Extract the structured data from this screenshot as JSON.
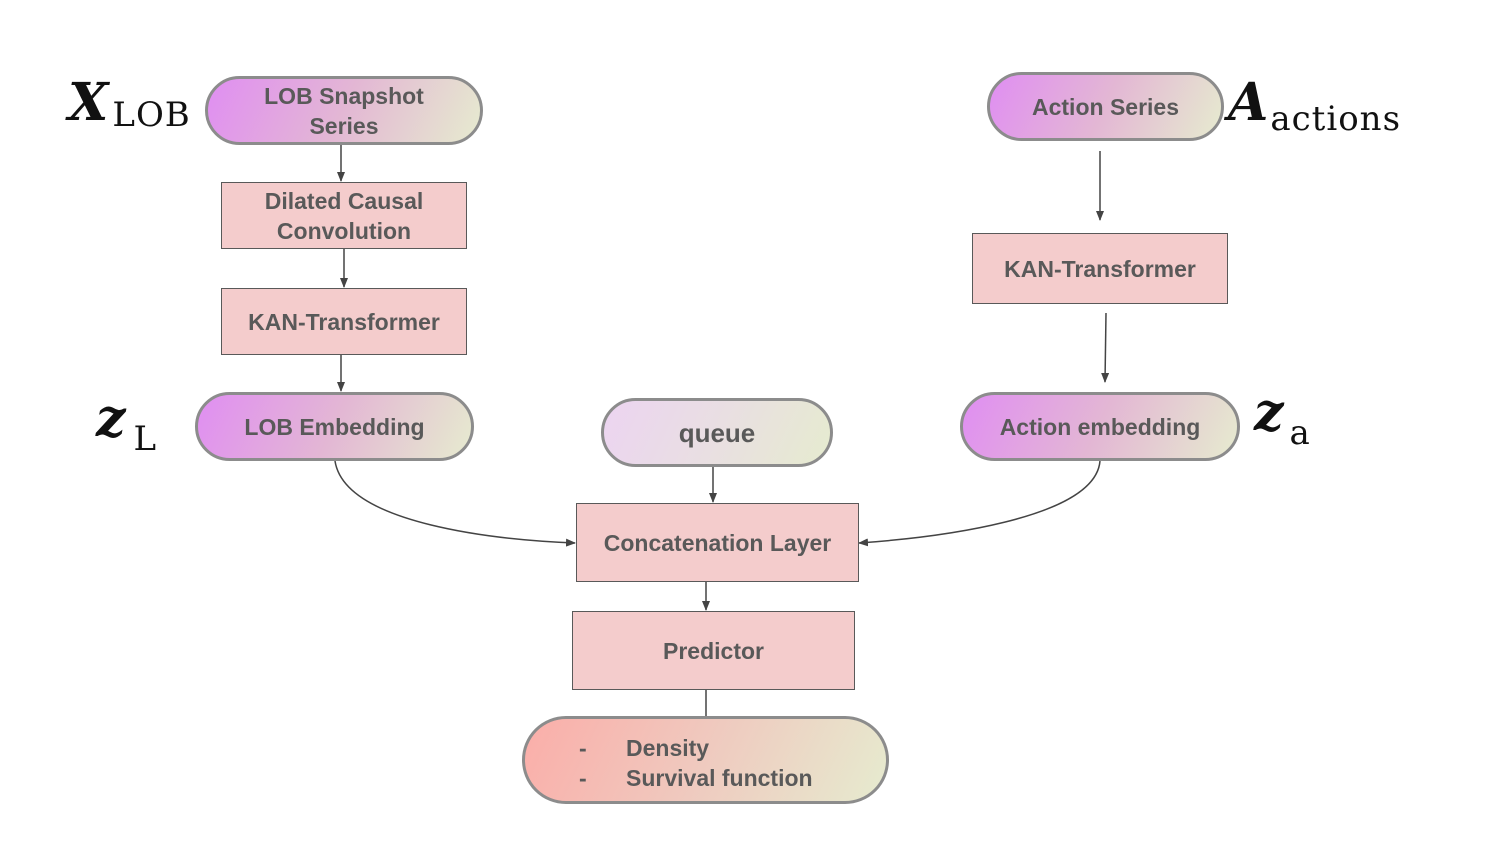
{
  "diagram": {
    "nodes": {
      "lob_series": {
        "line1": "LOB Snapshot",
        "line2": "Series"
      },
      "dilated_conv": {
        "line1": "Dilated Causal",
        "line2": "Convolution"
      },
      "kan_left": "KAN-Transformer",
      "lob_embedding": "LOB Embedding",
      "action_series": "Action Series",
      "kan_right": "KAN-Transformer",
      "action_embedding": "Action embedding",
      "queue": "queue",
      "concat": "Concatenation Layer",
      "predictor": "Predictor",
      "output": {
        "items": [
          {
            "bullet": "-",
            "text": "Density"
          },
          {
            "bullet": "-",
            "text": "Survival function"
          }
        ]
      }
    },
    "math_labels": {
      "x_lob": {
        "symbol": "X",
        "subscript": "LOB"
      },
      "a_actions": {
        "symbol": "A",
        "subscript": "actions"
      },
      "z_l": {
        "symbol": "z",
        "subscript": "L"
      },
      "z_a": {
        "symbol": "z",
        "subscript": "a"
      }
    },
    "edges": [
      {
        "from": "lob_series",
        "to": "dilated_conv"
      },
      {
        "from": "dilated_conv",
        "to": "kan_left"
      },
      {
        "from": "kan_left",
        "to": "lob_embedding"
      },
      {
        "from": "action_series",
        "to": "kan_right"
      },
      {
        "from": "kan_right",
        "to": "action_embedding"
      },
      {
        "from": "lob_embedding",
        "to": "concat"
      },
      {
        "from": "queue",
        "to": "concat"
      },
      {
        "from": "action_embedding",
        "to": "concat"
      },
      {
        "from": "concat",
        "to": "predictor"
      },
      {
        "from": "predictor",
        "to": "output"
      }
    ],
    "colors": {
      "box_fill": "#f4cccc",
      "box_border": "#595959",
      "pill_border": "#8c8c8c",
      "text": "#595959",
      "arrow": "#444444",
      "purple_gradient_start": "#e08ef2",
      "green_gradient_end": "#e6ebcf",
      "output_gradient_start": "#fbaea9"
    }
  }
}
